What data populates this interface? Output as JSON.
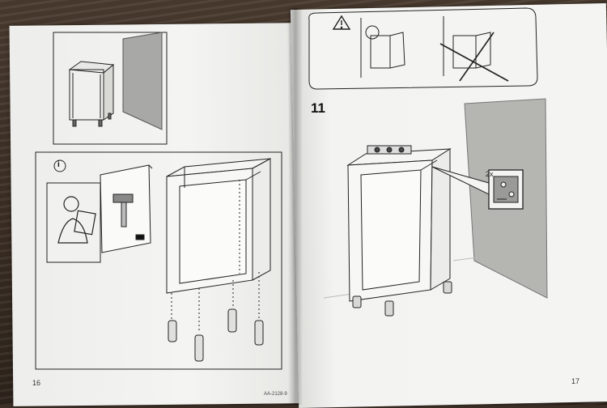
{
  "manual": {
    "left_page": {
      "page_number": "16",
      "doc_code": "AA-2128-9",
      "info_badge": "i"
    },
    "right_page": {
      "page_number": "17",
      "step_number": "11",
      "wall_fixing_multiplier": "2x",
      "warning_icon": "warning-triangle-icon"
    }
  }
}
